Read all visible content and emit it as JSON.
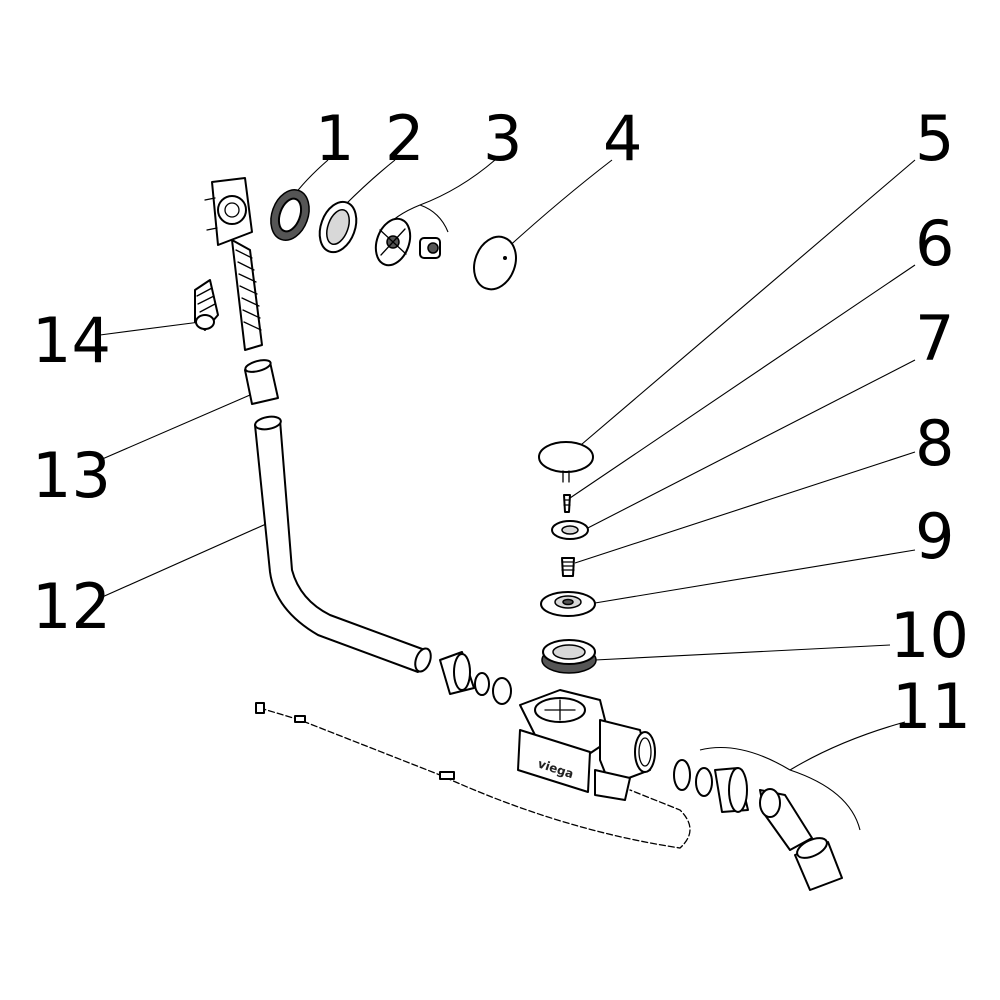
{
  "callouts": {
    "c1": "1",
    "c2": "2",
    "c3": "3",
    "c4": "4",
    "c5": "5",
    "c6": "6",
    "c7": "7",
    "c8": "8",
    "c9": "9",
    "c10": "10",
    "c11": "11",
    "c12": "12",
    "c13": "13",
    "c14": "14"
  },
  "brand_mark": "viega"
}
